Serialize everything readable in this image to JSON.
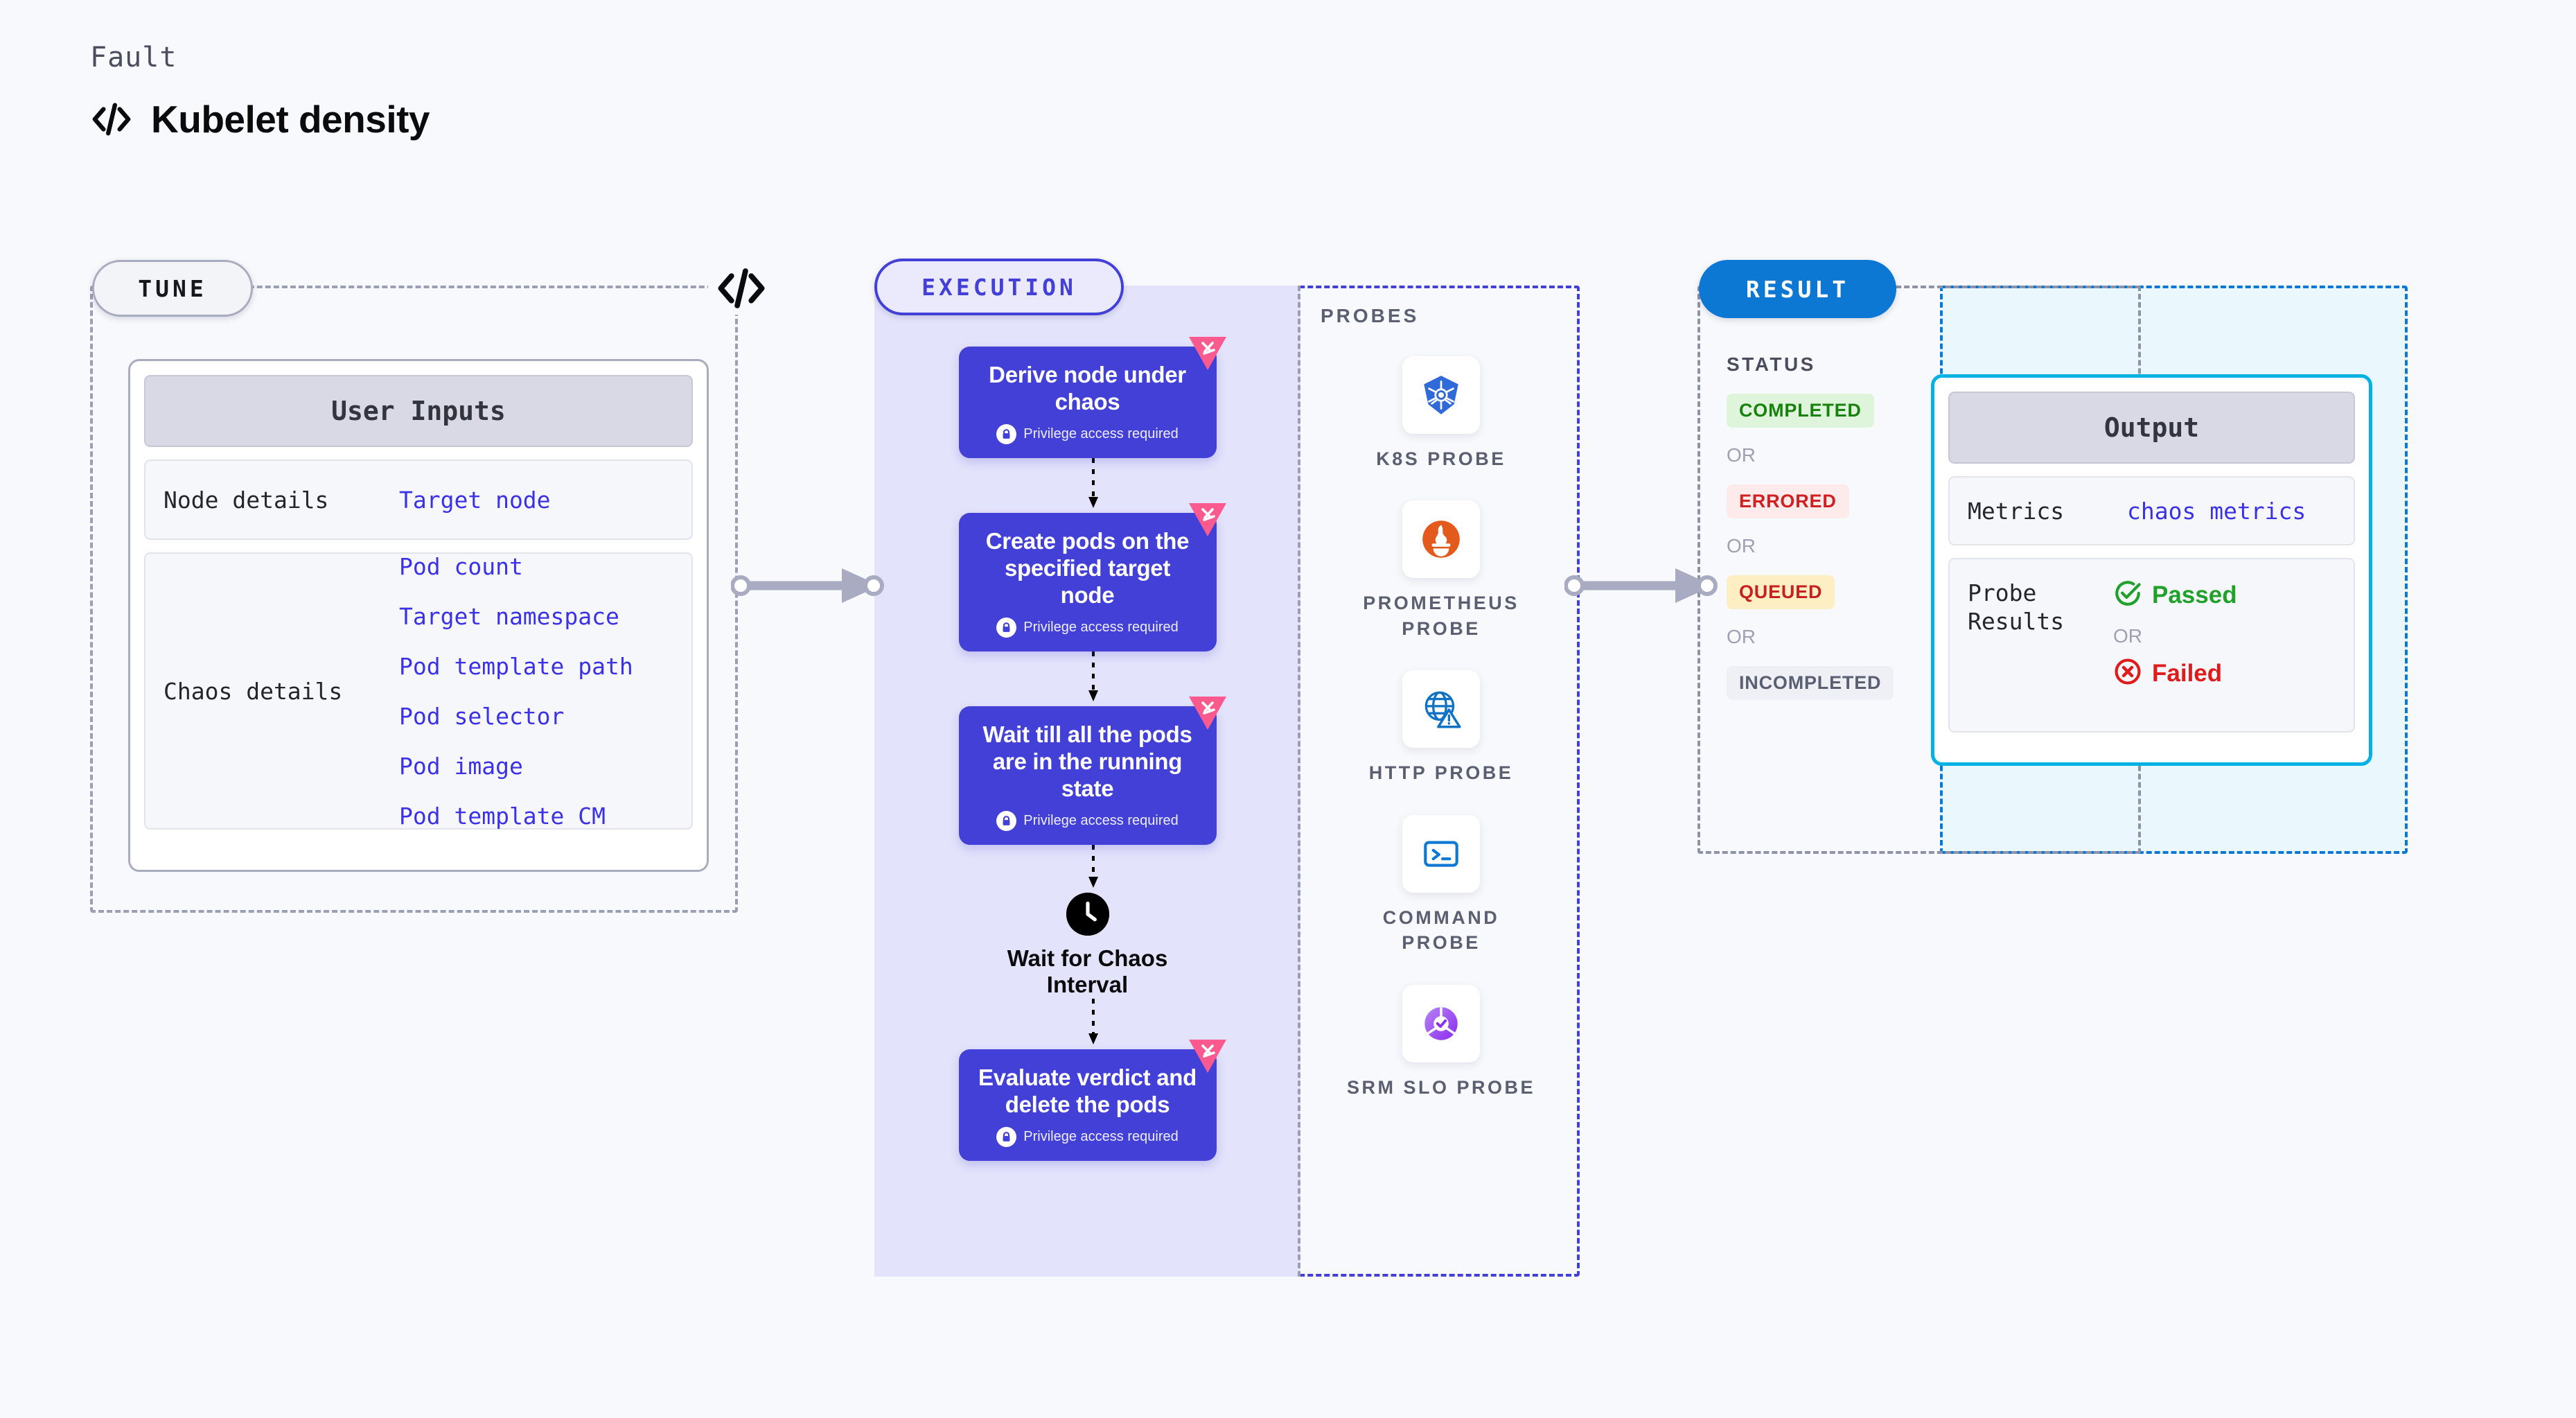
{
  "header": {
    "eyebrow": "Fault",
    "title": "Kubelet density",
    "icon": "code-icon"
  },
  "tune": {
    "badge": "TUNE",
    "line_icon": "code-icon",
    "card": {
      "title": "User Inputs",
      "rows": [
        {
          "key": "Node details",
          "values": [
            "Target node"
          ]
        },
        {
          "key": "Chaos details",
          "values": [
            "Pod count",
            "Target namespace",
            "Pod template path",
            "Pod selector",
            "Pod image",
            "Pod template CM"
          ]
        }
      ]
    }
  },
  "execution": {
    "badge": "EXECUTION",
    "privilege_note": "Privilege access required",
    "steps": [
      {
        "type": "card",
        "title": "Derive node under chaos",
        "privileged": true,
        "harness_badge": true
      },
      {
        "type": "card",
        "title": "Create pods on the specified target node",
        "privileged": true,
        "harness_badge": true
      },
      {
        "type": "card",
        "title": "Wait till all the pods are in the running state",
        "privileged": true,
        "harness_badge": true
      },
      {
        "type": "wait",
        "title": "Wait for Chaos Interval",
        "icon": "clock-icon"
      },
      {
        "type": "card",
        "title": "Evaluate verdict and delete the pods",
        "privileged": true,
        "harness_badge": true
      }
    ]
  },
  "probes": {
    "title": "PROBES",
    "items": [
      {
        "label": "K8S PROBE",
        "icon": "kubernetes-icon",
        "color": "#3069D8"
      },
      {
        "label": "PROMETHEUS PROBE",
        "icon": "prometheus-icon",
        "color": "#E35A1C"
      },
      {
        "label": "HTTP PROBE",
        "icon": "globe-warning-icon",
        "color": "#1072C4"
      },
      {
        "label": "COMMAND PROBE",
        "icon": "terminal-icon",
        "color": "#0C78D4"
      },
      {
        "label": "SRM SLO PROBE",
        "icon": "slo-donut-icon",
        "color": "#9B4DF0"
      }
    ]
  },
  "result": {
    "badge": "RESULT",
    "status_title": "STATUS",
    "or_label": "OR",
    "statuses": [
      {
        "label": "COMPLETED",
        "bg": "#DEF5DC",
        "fg": "#19820E"
      },
      {
        "label": "ERRORED",
        "bg": "#FDEBEB",
        "fg": "#D02020"
      },
      {
        "label": "QUEUED",
        "bg": "#FDEEC4",
        "fg": "#C62020"
      },
      {
        "label": "INCOMPLETED",
        "bg": "#EFF0F5",
        "fg": "#5B5F72"
      }
    ],
    "output": {
      "title": "Output",
      "metrics_key": "Metrics",
      "metrics_value": "chaos metrics",
      "probe_results_key": "Probe Results",
      "passed_label": "Passed",
      "failed_label": "Failed",
      "or_label": "OR",
      "passed_color": "#21A12B",
      "failed_color": "#E01B1B"
    }
  },
  "colors": {
    "background": "#F8F9FC",
    "accent_indigo": "#4340D8",
    "accent_blue": "#0C78D4",
    "accent_cyan": "#00B2E3",
    "harness_pink": "#FB5A8F",
    "mono_link": "#3A31E8"
  }
}
